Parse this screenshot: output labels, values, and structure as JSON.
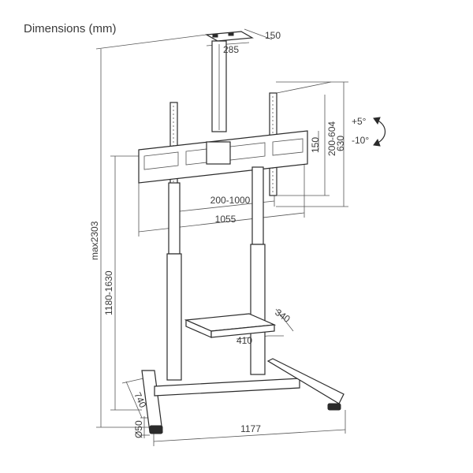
{
  "title": "Dimensions (mm)",
  "dimensions": {
    "top_plate_depth": "150",
    "top_plate_width": "285",
    "vesa_vertical": "200-604",
    "bracket_height": "150",
    "arm_height": "630",
    "tilt_up": "+5°",
    "tilt_down": "-10°",
    "vesa_horizontal": "200-1000",
    "bracket_width": "1055",
    "max_height": "max2303",
    "height_range": "1180-1630",
    "shelf_depth": "340",
    "shelf_width": "410",
    "base_depth": "740",
    "wheel_diameter": "Ø50",
    "base_width": "1177"
  }
}
